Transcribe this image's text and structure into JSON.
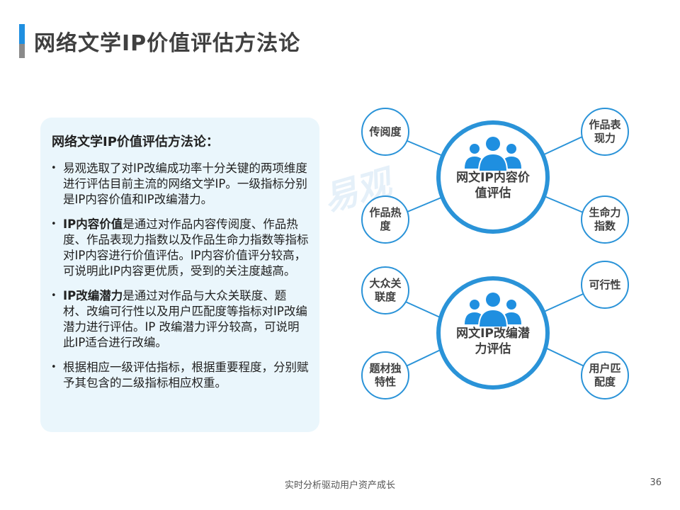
{
  "page": {
    "title": "网络文学IP价值评估方法论",
    "footer": "实时分析驱动用户资产成长",
    "page_number": "36",
    "watermark": "易观",
    "accent_color": "#1f8fe0"
  },
  "panel": {
    "heading": "网络文学IP价值评估方法论：",
    "bullets": [
      {
        "lead": "",
        "text": "易观选取了对IP改编成功率十分关键的两项维度进行评估目前主流的网络文学IP。一级指标分别是IP内容价值和IP改编潜力。"
      },
      {
        "lead": "IP内容价值",
        "text": "是通过对作品内容传阅度、作品热度、作品表现力指数以及作品生命力指数等指标对IP内容进行价值评估。IP内容价值评分较高，可说明此IP内容更优质，受到的关注度越高。"
      },
      {
        "lead": "IP改编潜力",
        "text": "是通过对作品与大众关联度、题材、改编可行性以及用户匹配度等指标对IP改编潜力进行评估。IP 改编潜力评分较高，可说明此IP适合进行改编。"
      },
      {
        "lead": "",
        "text": "根据相应一级评估指标，根据重要程度，分别赋予其包含的二级指标相应权重。"
      }
    ]
  },
  "diagram": {
    "hub_top": {
      "label": "网文IP内容价值评估",
      "icon": "people-icon",
      "satellites": [
        "传阅度",
        "作品表现力",
        "作品热度",
        "生命力指数"
      ]
    },
    "hub_bottom": {
      "label": "网文IP改编潜力评估",
      "icon": "people-icon",
      "satellites": [
        "大众关联度",
        "可行性",
        "题材独特性",
        "用户匹配度"
      ]
    }
  }
}
